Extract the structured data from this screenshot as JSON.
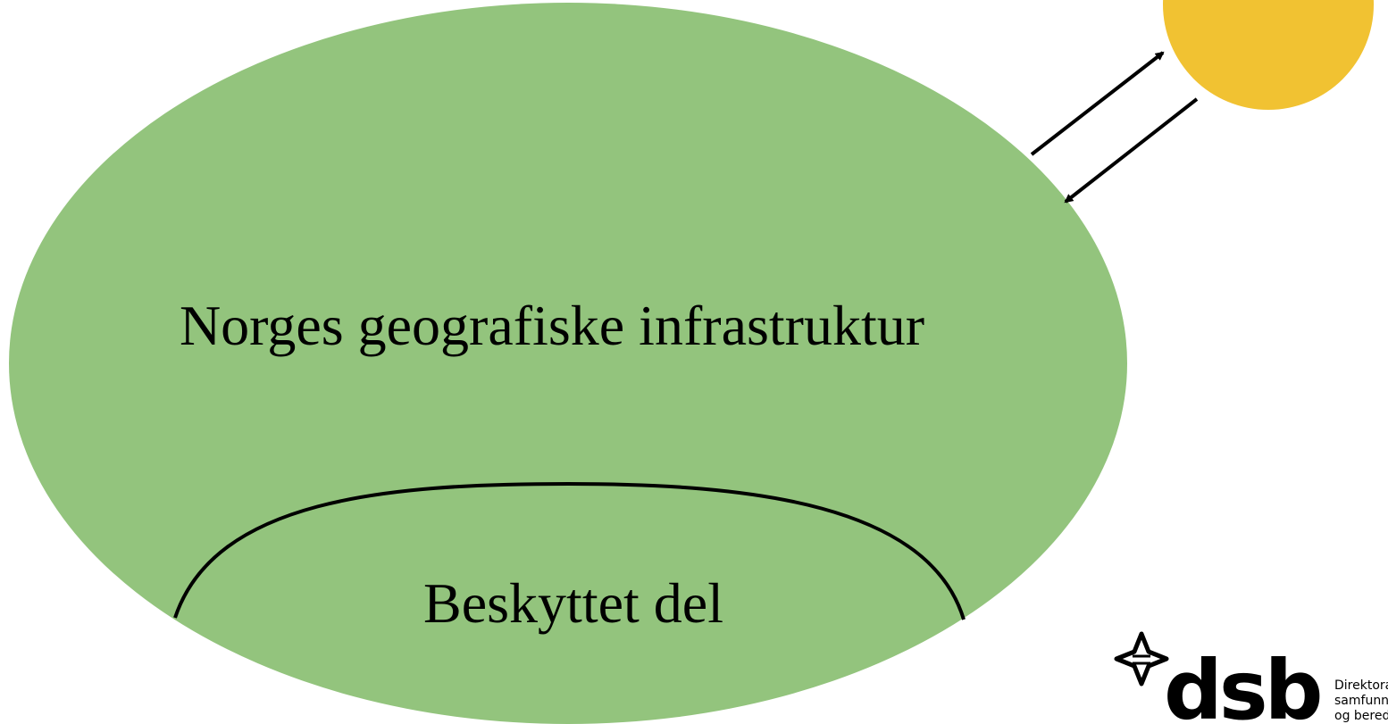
{
  "diagram": {
    "main_label": "Norges geografiske infrastruktur",
    "protected_label": "Beskyttet del"
  },
  "logo": {
    "wordmark": "dsb",
    "line1": "Direktorat",
    "line2": "samfunnss",
    "line3": "og beredsk"
  },
  "colors": {
    "ellipse_fill": "#93c47d",
    "sun_fill": "#f1c232",
    "stroke": "#000000"
  }
}
